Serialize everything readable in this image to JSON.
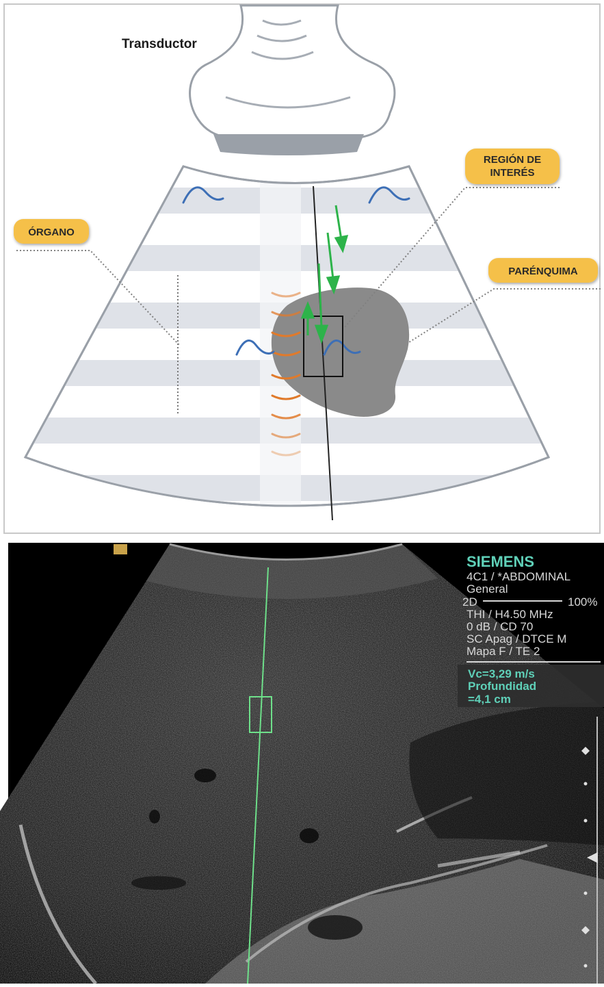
{
  "diagram": {
    "transducer_label": "Transductor",
    "region_label_line1": "REGIÓN DE",
    "region_label_line2": "INTERÉS",
    "organ_label": "ÓRGANO",
    "parenchyma_label": "PARÉNQUIMA"
  },
  "monitor": {
    "brand": "SIEMENS",
    "probe": "4C1 / *ABDOMINAL",
    "preset": "General",
    "mode": "2D",
    "mode_percent": "100%",
    "line_thi": "THI / H4.50 MHz",
    "line_gain": "0 dB / CD 70",
    "line_sc": "SC Apag / DTCE M",
    "line_map": "Mapa F / TE 2",
    "velocity": "Vc=3,29 m/s",
    "depth_label": "Profundidad",
    "depth_value": "=4,1 cm"
  },
  "colors": {
    "label_fill": "#f5c04a",
    "arrow_green": "#2db34a",
    "wave_blue": "#3d6fb6",
    "wave_orange": "#e07a2b",
    "parenchyma_gray": "#8a8a8a",
    "monitor_teal": "#5fd0b8",
    "roi_green": "#6ee08a"
  }
}
